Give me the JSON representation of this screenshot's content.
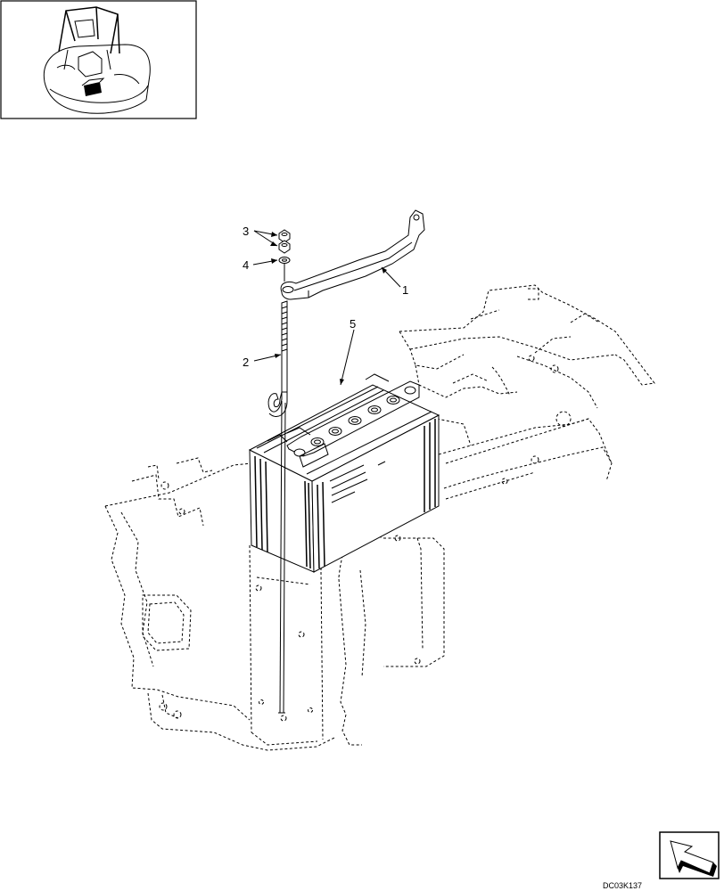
{
  "diagram": {
    "callouts": {
      "part1": "1",
      "part2": "2",
      "part3": "3",
      "part4": "4",
      "part5": "5"
    },
    "drawing_code": "DC03K137"
  },
  "icons": {
    "locator": "machine-locator-icon",
    "navigation": "next-page-arrow-icon"
  }
}
